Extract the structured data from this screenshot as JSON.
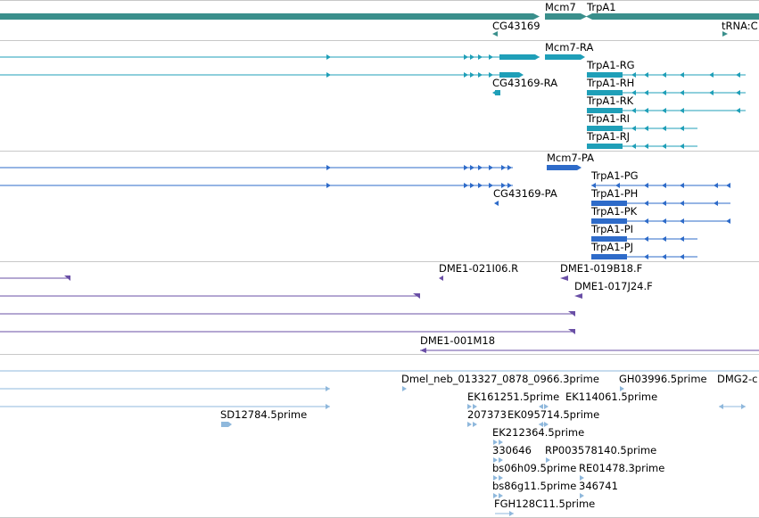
{
  "tracks": {
    "genes": {
      "labels": [
        "Mcm7",
        "TrpA1",
        "CG43169",
        "tRNA:C"
      ],
      "color": "#3a8f8c"
    },
    "transcripts": {
      "labels": [
        "Mcm7-RA",
        "TrpA1-RG",
        "CG43169-RA",
        "TrpA1-RH",
        "TrpA1-RK",
        "TrpA1-RI",
        "TrpA1-RJ"
      ],
      "color": "#1f9fb8"
    },
    "proteins": {
      "labels": [
        "Mcm7-PA",
        "TrpA1-PG",
        "CG43169-PA",
        "TrpA1-PH",
        "TrpA1-PK",
        "TrpA1-PI",
        "TrpA1-PJ"
      ],
      "color": "#2e6bc9"
    },
    "bac_ends": {
      "labels": [
        "DME1-021I06.R",
        "DME1-019B18.F",
        "DME1-017J24.F",
        "DME1-001M18"
      ],
      "color": "#6a4fa6"
    },
    "ests": {
      "labels": [
        "Dmel_neb_013327_0878_0966.3prime",
        "GH03996.5prime",
        "DMG2-c",
        "EK161251.5prime",
        "EK114061.5prime",
        "SD12784.5prime",
        "207373",
        "EK095714.5prime",
        "EK212364.5prime",
        "330646",
        "RP003578140.5prime",
        "bs06h09.5prime",
        "RE01478.3prime",
        "bs86g11.5prime",
        "346741",
        "FGH128C11.5prime"
      ],
      "color": "#8fb8dc"
    }
  }
}
